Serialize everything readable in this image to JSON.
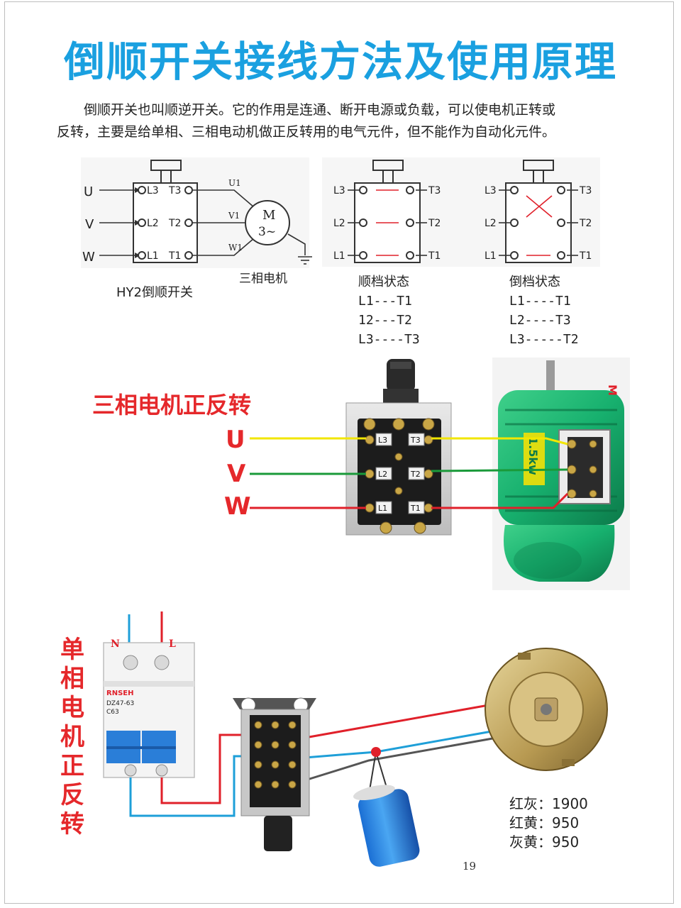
{
  "title": "倒顺开关接线方法及使用原理",
  "intro": {
    "line1": "倒顺开关也叫顺逆开关。它的作用是连通、断开电源或负载，可以使电机正转或",
    "line2": "反转，主要是给单相、三相电动机做正反转用的电气元件，但不能作为自动化元件。"
  },
  "hy2_diagram": {
    "caption": "HY2倒顺开关",
    "motor_label": "三相电机",
    "motor_symbol_top": "M",
    "motor_symbol_bottom": "3~",
    "phases": [
      "U",
      "V",
      "W"
    ],
    "left_terminals": [
      "L3",
      "L2",
      "L1"
    ],
    "right_terminals": [
      "T3",
      "T2",
      "T1"
    ],
    "motor_leads": [
      "U1",
      "V1",
      "W1"
    ]
  },
  "forward_state": {
    "title": "顺档状态",
    "lines": [
      "L1---T1",
      "12---T2",
      "L3----T3"
    ],
    "left_terminals": [
      "L3",
      "L2",
      "L1"
    ],
    "right_terminals": [
      "T3",
      "T2",
      "T1"
    ]
  },
  "reverse_state": {
    "title": "倒档状态",
    "lines": [
      "L1----T1",
      "L2----T3",
      "L3-----T2"
    ],
    "left_terminals": [
      "L3",
      "L2",
      "L1"
    ],
    "right_terminals": [
      "T3",
      "T2",
      "T1"
    ]
  },
  "three_phase_section": {
    "title": "三相电机正反转",
    "phase_labels": [
      "U",
      "V",
      "W"
    ],
    "switch_left_terminals": [
      "L3",
      "L2",
      "L1"
    ],
    "switch_right_terminals": [
      "T3",
      "T2",
      "T1"
    ],
    "motor_badge": "1.5kw",
    "motor_side_letter": "M",
    "wire_colors": {
      "U": "#f2e600",
      "V": "#1a9a3a",
      "W": "#e0202a"
    }
  },
  "single_phase_section": {
    "title_chars": [
      "单",
      "相",
      "电",
      "机",
      "正",
      "反",
      "转"
    ],
    "breaker_labels": {
      "neutral": "N",
      "live": "L"
    },
    "breaker_model": "DZ47-63",
    "breaker_brand": "RNSEH",
    "breaker_rating": "C63",
    "wire_colors": {
      "neutral": "#1e9fd8",
      "live": "#e0202a"
    },
    "readings": [
      "红灰：1900",
      "红黄：950",
      "灰黄：950"
    ]
  },
  "page_number": "19"
}
